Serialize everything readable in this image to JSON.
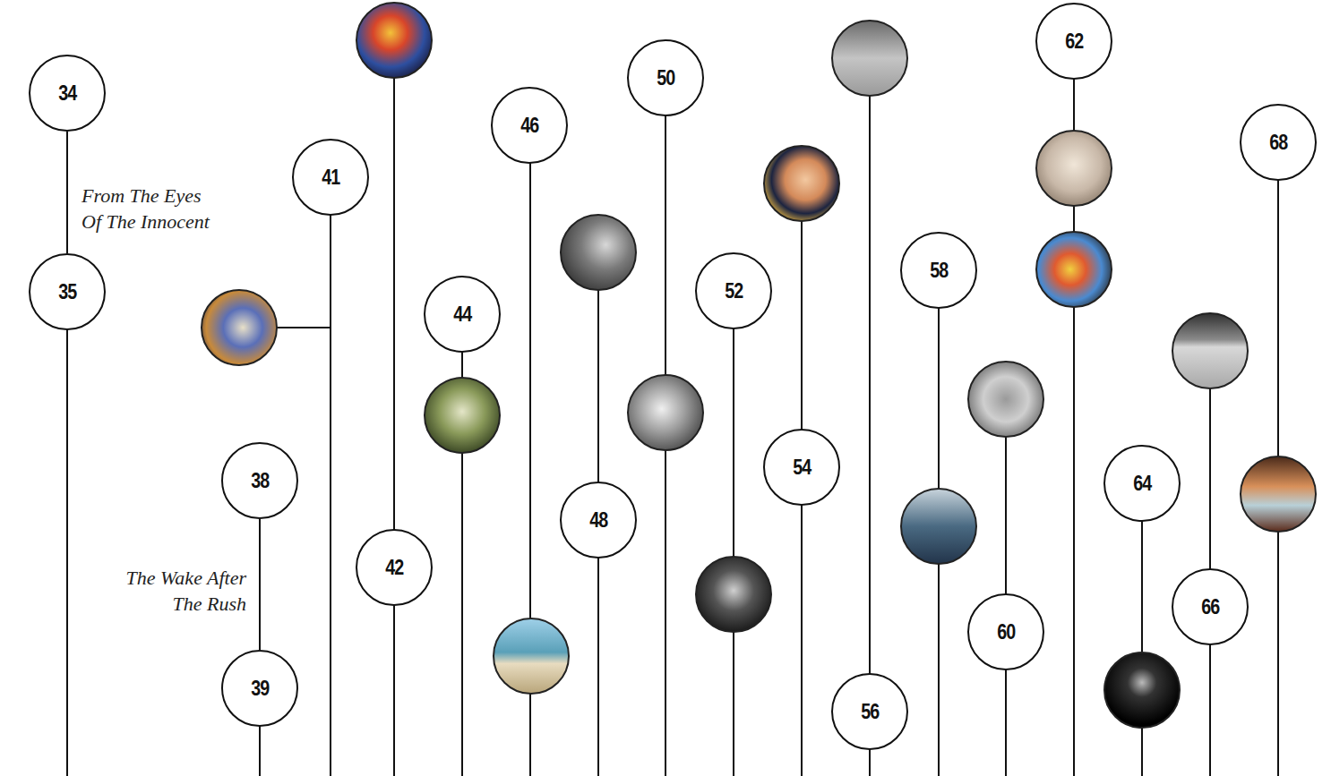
{
  "diagram": {
    "nodes": [
      {
        "text": [
          "34"
        ]
      },
      {
        "text": [
          "35"
        ]
      },
      {
        "text": [
          "38"
        ]
      },
      {
        "text": [
          "39"
        ]
      },
      {
        "text": [
          "41"
        ]
      },
      {
        "text": [
          "42"
        ]
      },
      {
        "text": [
          "44"
        ]
      },
      {
        "text": [
          "46"
        ]
      },
      {
        "text": [
          "48"
        ]
      },
      {
        "text": [
          "50"
        ]
      },
      {
        "text": [
          "52"
        ]
      },
      {
        "text": [
          "54"
        ]
      },
      {
        "text": [
          "56"
        ]
      },
      {
        "text": [
          "58"
        ]
      },
      {
        "text": [
          "60"
        ]
      },
      {
        "text": [
          "62"
        ]
      },
      {
        "text": [
          "64"
        ]
      },
      {
        "text": [
          "66"
        ]
      },
      {
        "text": [
          "68"
        ]
      }
    ],
    "edges": [
      {
        "from": 0,
        "to": 1,
        "arrow": "none",
        "label": "From The Eyes Of The Innocent"
      },
      {
        "from": 2,
        "to": 3,
        "arrow": "none",
        "label": "The Wake After The Rush"
      }
    ]
  }
}
